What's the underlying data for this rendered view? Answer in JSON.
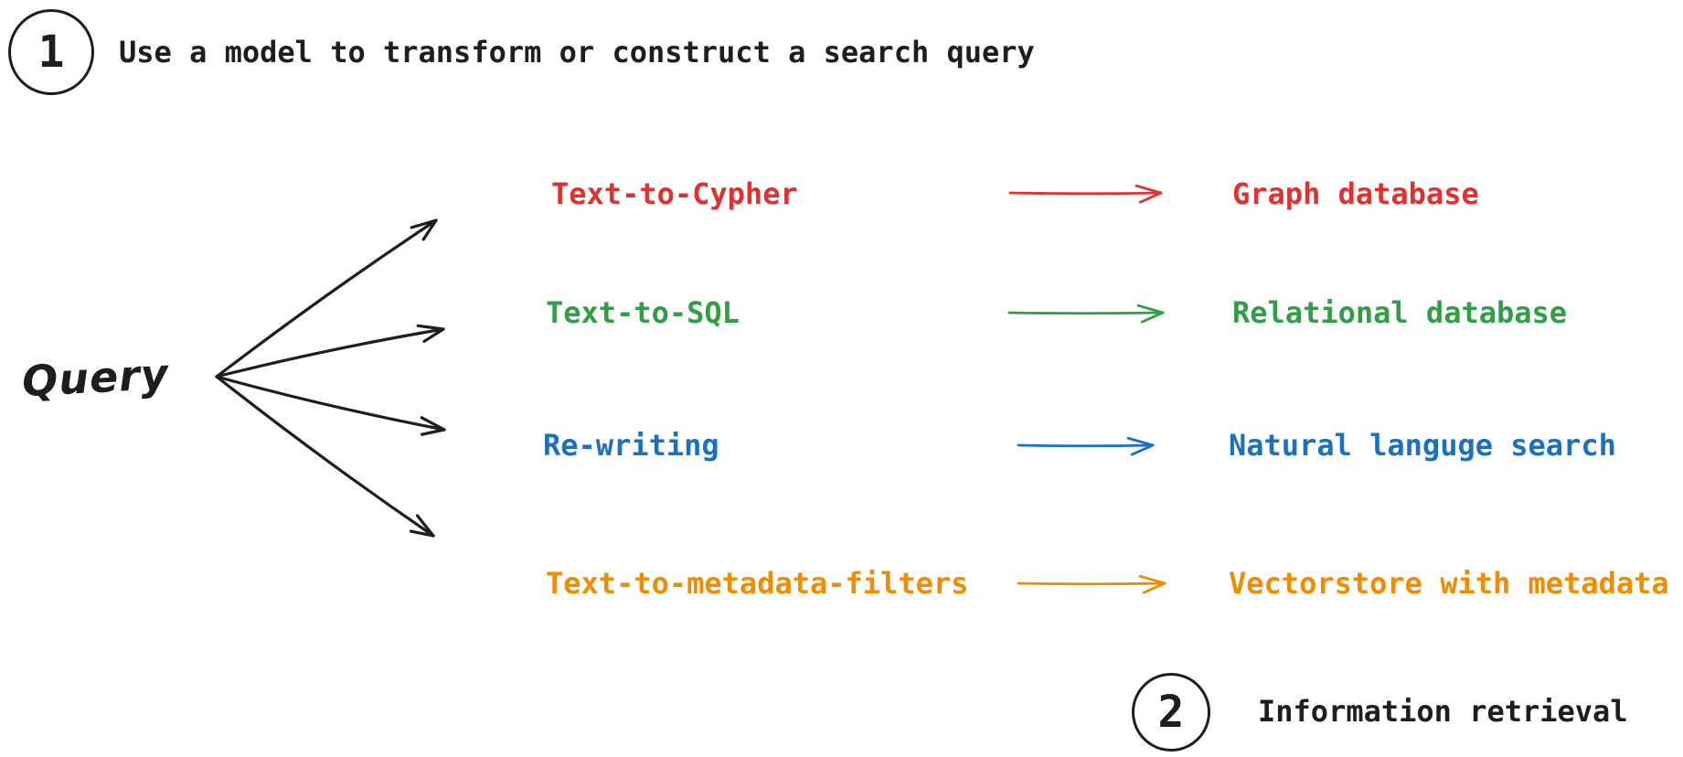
{
  "palette": {
    "ink": "#1e1e1e",
    "red": "#e03131",
    "green": "#2f9e44",
    "blue": "#1971c2",
    "orange": "#f08c00",
    "background": "#ffffff"
  },
  "steps": [
    {
      "number": "1",
      "label": "Use a model to transform or construct a search query"
    },
    {
      "number": "2",
      "label": "Information retrieval"
    }
  ],
  "source": {
    "label": "Query"
  },
  "rows": [
    {
      "method": "Text-to-Cypher",
      "target": "Graph database",
      "color": "#e03131"
    },
    {
      "method": "Text-to-SQL",
      "target": "Relational database",
      "color": "#2f9e44"
    },
    {
      "method": "Re-writing",
      "target": "Natural languge search",
      "color": "#1971c2"
    },
    {
      "method": "Text-to-metadata-filters",
      "target": "Vectorstore with metadata",
      "color": "#f08c00"
    }
  ]
}
